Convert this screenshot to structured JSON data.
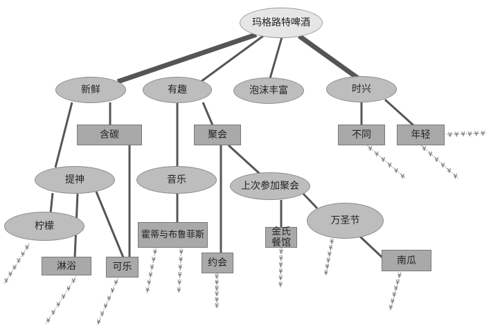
{
  "diagram": {
    "type": "mind-map",
    "root": "玛格路特啤酒",
    "nodes": {
      "root": {
        "label": "玛格路特啤酒",
        "shape": "ellipse"
      },
      "fresh": {
        "label": "新鲜",
        "shape": "ellipse"
      },
      "fun": {
        "label": "有趣",
        "shape": "ellipse"
      },
      "foam": {
        "label": "泡沫丰富",
        "shape": "ellipse"
      },
      "trendy": {
        "label": "时兴",
        "shape": "ellipse"
      },
      "carbonated": {
        "label": "含碳",
        "shape": "rect"
      },
      "party": {
        "label": "聚会",
        "shape": "rect"
      },
      "different": {
        "label": "不同",
        "shape": "rect"
      },
      "young": {
        "label": "年轻",
        "shape": "rect"
      },
      "refresh": {
        "label": "提神",
        "shape": "ellipse"
      },
      "music": {
        "label": "音乐",
        "shape": "ellipse"
      },
      "last_party": {
        "label": "上次参加聚会",
        "shape": "ellipse"
      },
      "lemon": {
        "label": "柠檬",
        "shape": "ellipse"
      },
      "shower": {
        "label": "淋浴",
        "shape": "rect"
      },
      "cola": {
        "label": "可乐",
        "shape": "rect"
      },
      "hootie": {
        "label": "霍蒂与布鲁菲斯",
        "shape": "rect"
      },
      "date": {
        "label": "约会",
        "shape": "rect"
      },
      "kims": {
        "label": "金氏\n餐馆",
        "shape": "rect"
      },
      "halloween": {
        "label": "万圣节",
        "shape": "ellipse"
      },
      "pumpkin": {
        "label": "南瓜",
        "shape": "rect"
      }
    },
    "edges": [
      {
        "from": "root",
        "to": "fresh",
        "weight": "thick"
      },
      {
        "from": "root",
        "to": "fun",
        "weight": "thin"
      },
      {
        "from": "root",
        "to": "foam",
        "weight": "thin"
      },
      {
        "from": "root",
        "to": "trendy",
        "weight": "thick"
      },
      {
        "from": "fresh",
        "to": "carbonated",
        "weight": "thin"
      },
      {
        "from": "fresh",
        "to": "refresh",
        "weight": "thin"
      },
      {
        "from": "carbonated",
        "to": "cola",
        "weight": "thin"
      },
      {
        "from": "fun",
        "to": "music",
        "weight": "thin"
      },
      {
        "from": "fun",
        "to": "party",
        "weight": "thin"
      },
      {
        "from": "trendy",
        "to": "different",
        "weight": "thin"
      },
      {
        "from": "trendy",
        "to": "young",
        "weight": "thin"
      },
      {
        "from": "refresh",
        "to": "lemon",
        "weight": "thin"
      },
      {
        "from": "refresh",
        "to": "shower",
        "weight": "thin"
      },
      {
        "from": "refresh",
        "to": "cola",
        "weight": "thin"
      },
      {
        "from": "music",
        "to": "hootie",
        "weight": "thin"
      },
      {
        "from": "party",
        "to": "date",
        "weight": "thin"
      },
      {
        "from": "party",
        "to": "last_party",
        "weight": "thin"
      },
      {
        "from": "last_party",
        "to": "kims",
        "weight": "thin"
      },
      {
        "from": "last_party",
        "to": "halloween",
        "weight": "thin"
      },
      {
        "from": "halloween",
        "to": "pumpkin",
        "weight": "thin"
      }
    ],
    "root_trails": [
      "lemon",
      "shower",
      "cola",
      "hootie",
      "hootie",
      "date",
      "kims",
      "halloween",
      "pumpkin",
      "different",
      "young",
      "young"
    ],
    "trail_glyph": "¥",
    "colors": {
      "ellipse_fill": "#bdbdbd",
      "root_fill": "#e6e6e6",
      "rect_fill": "#a9a9a9",
      "edge": "#555555"
    }
  }
}
